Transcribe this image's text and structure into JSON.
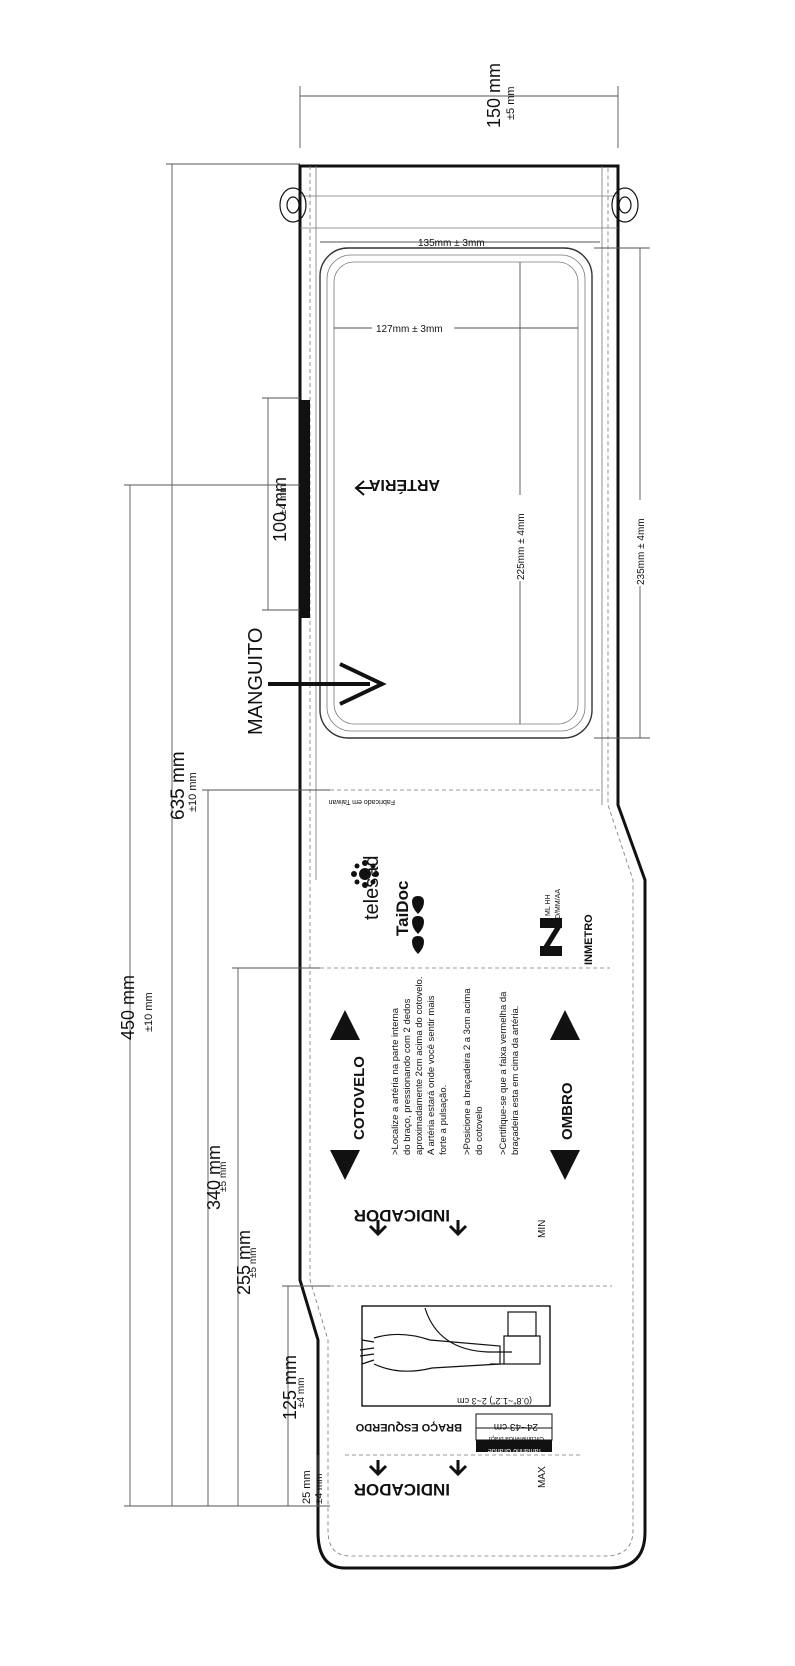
{
  "dimensions": {
    "width_main": "150 mm",
    "width_tol": "±5 mm",
    "total_len": "635 mm",
    "total_tol": "±10 mm",
    "len_450": "450 mm",
    "len_450_tol": "±10 mm",
    "len_340": "340 mm",
    "len_340_tol": "±5 mm",
    "len_255": "255 mm",
    "len_255_tol": "±5 mm",
    "len_125": "125 mm",
    "len_125_tol": "±4 mm",
    "len_25": "25 mm",
    "len_25_tol": "±4 mm",
    "len_100": "100 mm",
    "len_100_tol": "±4 mm",
    "bladder_135": "135mm ± 3mm",
    "bladder_127": "127mm ± 3mm",
    "bladder_225": "225mm ± 4mm",
    "bladder_235": "235mm ± 4mm"
  },
  "labels": {
    "manguito": "MANGUITO",
    "arteria": "ARTÉRIA",
    "fabricado": "Fabricado em Taiwan",
    "telesad": "telesad",
    "taidoc": "TaiDoc",
    "inmetro": "INMETRO",
    "inmetro_code1": "ML HH",
    "inmetro_code2": "DD/MM/AA",
    "cotovelo": "COTOVELO",
    "ombro": "OMBRO",
    "indicador_min": "INDICADOR",
    "min": "MIN",
    "indicador_max": "INDICADOR",
    "max": "MAX",
    "instruction1_l1": ">Localize a artéria na parte interna",
    "instruction1_l2": "do braço, pressionando com 2 dedos",
    "instruction1_l3": "aproximadamente 2cm acima do cotovelo.",
    "instruction1_l4": "A artéria estará onde você sentir mais",
    "instruction1_l5": "forte a pulsação.",
    "instruction2_l1": ">Posicione a braçadeira 2 a 3cm acima",
    "instruction2_l2": "do cotovelo",
    "instruction3_l1": ">Certifique-se que a faixa vermelha da",
    "instruction3_l2": "braçadeira esta em cima da artéria.",
    "measure_hint": "(0.8\"~1.2\") 2~3 cm",
    "braco": "BRAÇO ESQUERDO",
    "range": "24~43 cm",
    "circ": "Circunferência braço",
    "size": "Tamanho Grande"
  },
  "colors": {
    "line": "#111111",
    "dim": "#555555"
  }
}
